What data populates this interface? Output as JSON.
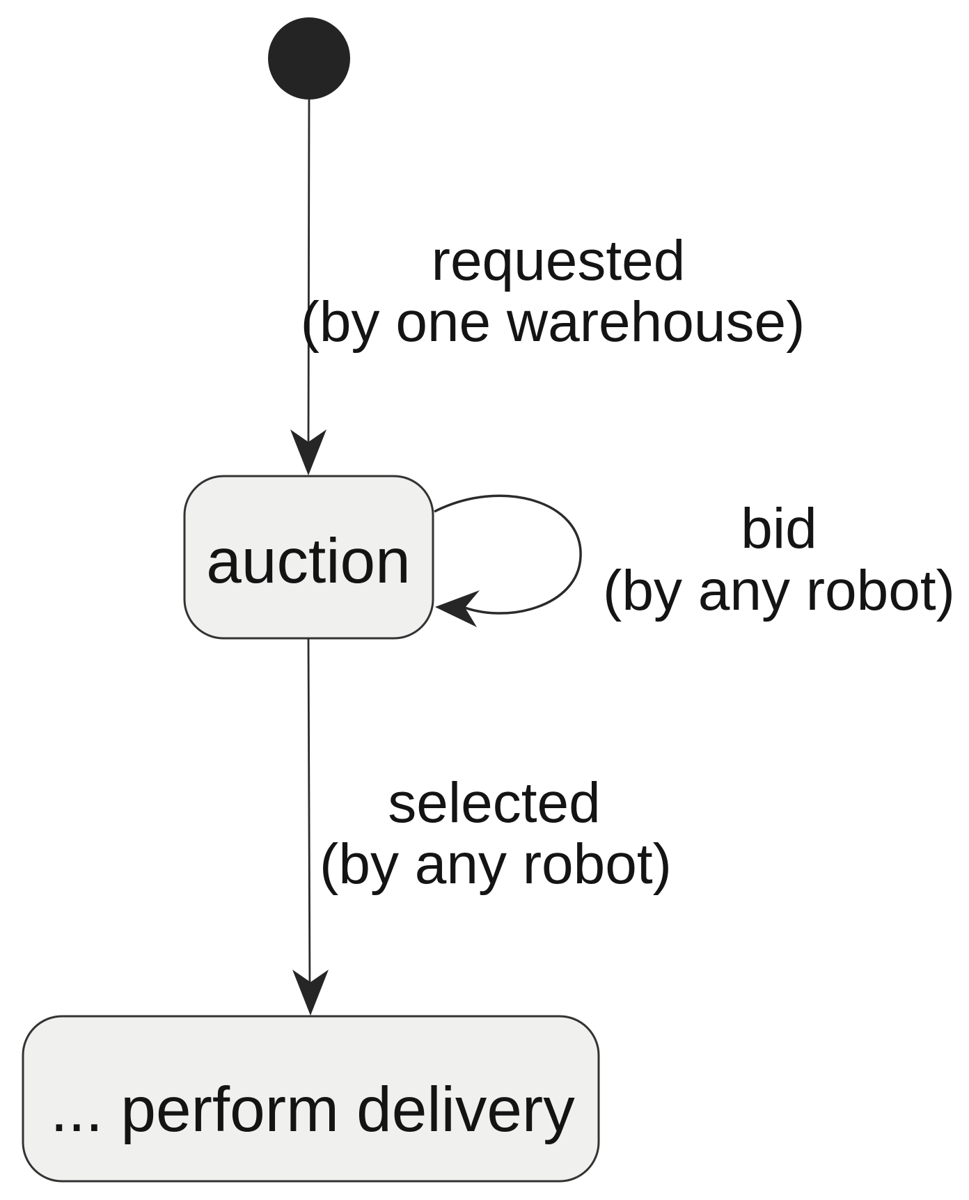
{
  "diagram": {
    "type": "uml-state-machine",
    "colors": {
      "background": "#ffffff",
      "node_fill": "#f0f0ef",
      "node_border": "#333333",
      "edge": "#2b2b2b",
      "arrow": "#262626",
      "initial_fill": "#242424",
      "text": "#141414"
    },
    "initial_state": {
      "name": "initial-state"
    },
    "states": [
      {
        "id": "auction",
        "label": "auction"
      },
      {
        "id": "perform-delivery",
        "label": "... perform delivery"
      }
    ],
    "transitions": [
      {
        "from": "initial",
        "to": "auction",
        "label_line1": "requested",
        "label_line2": "(by one warehouse)"
      },
      {
        "from": "auction",
        "to": "auction",
        "label_line1": "bid",
        "label_line2": "(by any robot)"
      },
      {
        "from": "auction",
        "to": "perform-delivery",
        "label_line1": "selected",
        "label_line2": "(by any robot)"
      }
    ]
  }
}
